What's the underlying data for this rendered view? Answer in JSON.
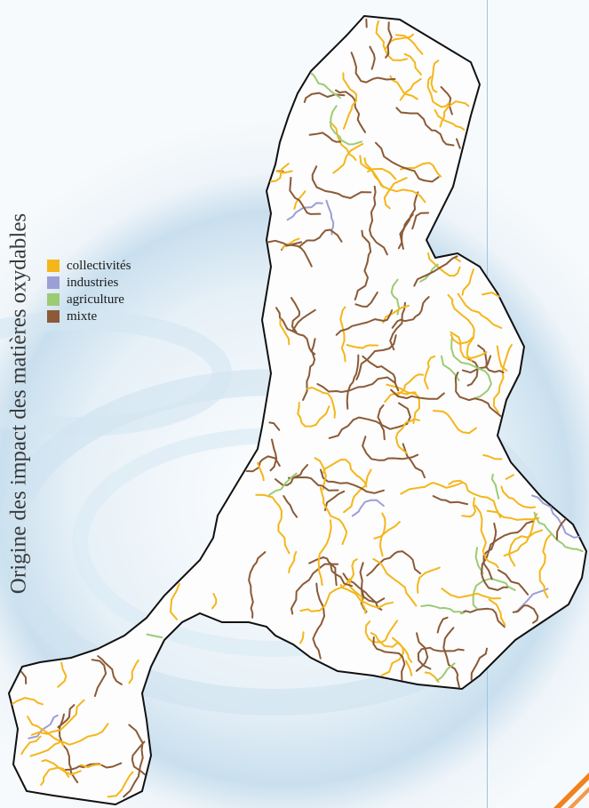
{
  "title": "Origine des impact des matières oxydables",
  "legend": {
    "items": [
      {
        "label": "collectivités",
        "color": "#f5b61a"
      },
      {
        "label": "industries",
        "color": "#9c9fd6"
      },
      {
        "label": "agriculture",
        "color": "#9dcb74"
      },
      {
        "label": "mixte",
        "color": "#8b5a36"
      }
    ]
  },
  "colors": {
    "basin_fill": "#fdfdfd",
    "basin_outline": "#111111",
    "background_swirl": "#bcd9ec",
    "accent_corner": "#f0821e"
  }
}
